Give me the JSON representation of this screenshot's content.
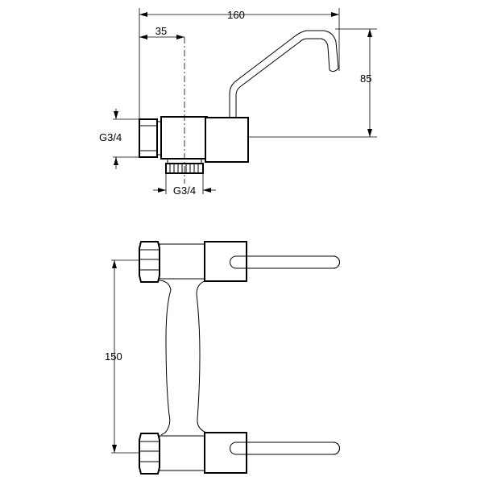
{
  "dimensions": {
    "overall_width": "160",
    "inlet_offset": "35",
    "spout_height": "85",
    "side_inlet_thread": "G3/4",
    "bottom_inlet_thread": "G3/4",
    "inlet_spacing": "150"
  }
}
